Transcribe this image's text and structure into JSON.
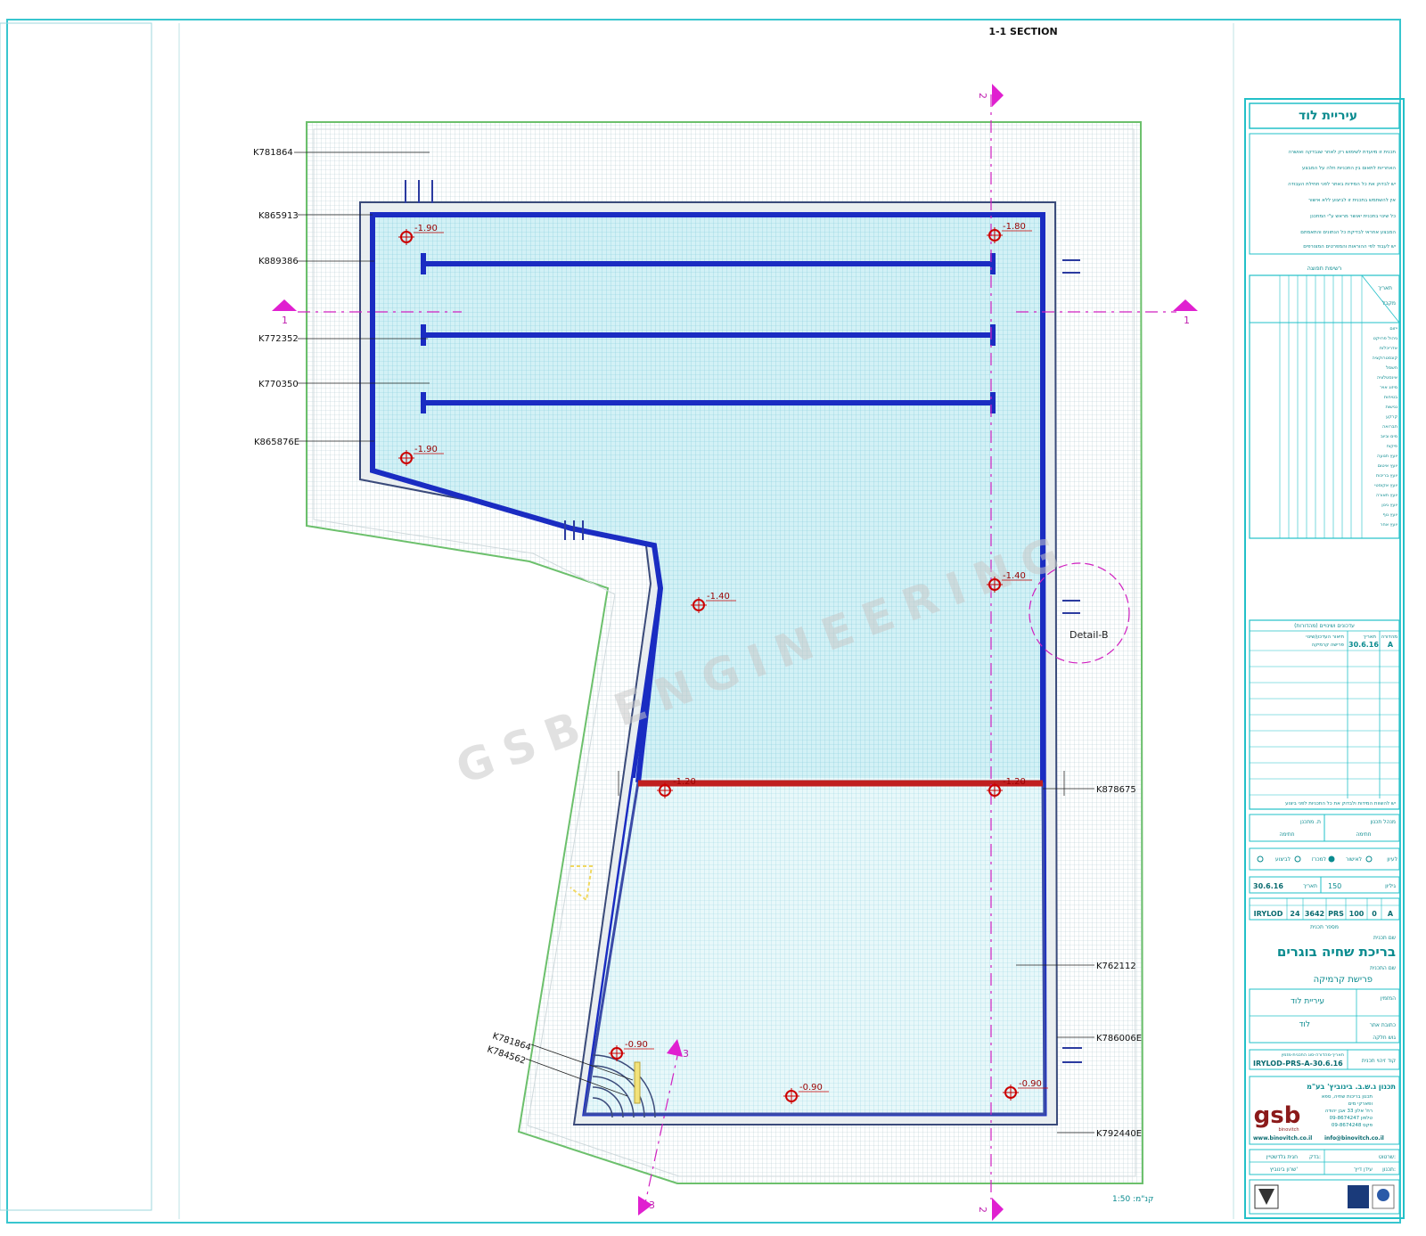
{
  "drawing": {
    "section_title": "1-1 SECTION",
    "watermark": "GSB ENGINEERING",
    "detail_label": "Detail-B",
    "section_marks": {
      "s1": "1",
      "s2": "2",
      "s3": "3"
    },
    "scale_text": "1:50 :קנ\"מ"
  },
  "left_labels": [
    {
      "code": "K781864"
    },
    {
      "code": "K865913"
    },
    {
      "code": "K889386"
    },
    {
      "code": "K772352"
    },
    {
      "code": "K770350"
    },
    {
      "code": "K865876E"
    },
    {
      "code": "K781864"
    },
    {
      "code": "K784562"
    }
  ],
  "right_labels": [
    {
      "code": "K878675"
    },
    {
      "code": "K762112"
    },
    {
      "code": "K786006E"
    },
    {
      "code": "K792440E"
    }
  ],
  "levels": [
    "-1.90",
    "-1.80",
    "-1.90",
    "-1.40",
    "-1.40",
    "-1.20",
    "-1.20",
    "-0.90",
    "-0.90",
    "-0.90"
  ],
  "title_block": {
    "municipality": "עיריית לוד",
    "notes": [
      "תכנית זו מיועדת לשימוש רק לאחר שנבדקה ואושרה",
      "האחריות לתאום בין התכניות חלה על המבצע",
      "יש לבדוק את כל המידות באתר לפני תחילת העבודה",
      "אין להשתמש בתכנית זו לביצוע ללא אישור",
      "כל שינוי בתכנית יאושר מראש ע\"י המתכנן",
      "המבצע אחראי לבדיקת כל הנתונים והתאמתם",
      "יש לעבוד לפי ההוראות והמפרטים המצורפים"
    ],
    "roles_header": "רשימת תפוצה",
    "date_label": "תאריך",
    "recipient_label": "מקבל",
    "roles": [
      "ייזום",
      "ניהול פרויקט",
      "אדריכלות",
      "קונסטרוקציה",
      "חשמל",
      "אינסטלציה",
      "מיזוג אויר",
      "בטיחות",
      "נגישות",
      "קרקע",
      "תברואה",
      "מים וביוב",
      "פיקוח",
      "יועץ תנועה",
      "יועץ איטום",
      "יועץ בריכות",
      "יועץ אקוסטי",
      "יועץ תאורה",
      "יועץ גינון",
      "יועץ נוף",
      "יועץ אחר"
    ],
    "revisions_header": "עדכונים ושינויים (מהדורות)",
    "revision_cols": [
      "מהדורה",
      "תאריך",
      "תיאור העדכון/שינוי"
    ],
    "revision_row": {
      "rev": "A",
      "date": "30.6.16",
      "desc": "פרישה קרמיקה"
    },
    "warning": "יש להשוות המידות ולבדוק את כל התכניות לפני ביצוע",
    "sign_left": "מנהל תכנון",
    "sign_right": "ת. מתכנן",
    "sign_sub": "חתימה",
    "status": [
      "לעיון",
      "לאישור",
      "למכרז",
      "לביצוע"
    ],
    "status_date_label": "תאריך",
    "status_date": "30.6.16",
    "status_number_label": "גיליון",
    "status_number": "150",
    "code_cells": [
      "IRYLOD",
      "24",
      "3642",
      "PRS",
      "100",
      "0",
      "A"
    ],
    "code_caption": "מספר תכנית",
    "sheet_name_label": "שם תכנית",
    "project_name": "בריכת שחיה בוגרים",
    "plan_name_label": "שם התכנית",
    "plan_name": "פרישת קרמיקה",
    "client_label": "המזמין",
    "client": "עיריית לוד",
    "address_label": "כתובת אתר",
    "address": "לוד",
    "parcel_label": "גוש חלקה",
    "file_label": "קוד זיהוי תכנית",
    "file_code": "IRYLOD-PRS-A-30.6.16",
    "file_caption": "תאריך-מהדורה-סוג התכנית-מזמין",
    "firm_name": "תכנון ג.ש.ב. בינוביץ' בע\"מ",
    "firm_line1": "תכנון בריכות שחיה, ספא",
    "firm_line2": "ופארקי מים",
    "firm_line3": "רח' אלון 33 אבן יהודה",
    "firm_phone": "טלפון 09-8674247",
    "firm_fax": "פקס 09-8674248",
    "firm_web": "www.binovitch.co.il",
    "firm_email": "info@binovitch.co.il",
    "logo_text": "gsb",
    "logo_sub": "binovitch",
    "drawn_label": "שרטוט:",
    "drawn_by": "עידן דייך",
    "checked_label": "בדק:",
    "checked_by": "חגית גלדשטיין",
    "designer_label": "תכנון:",
    "designer": "שרון בינוביץ'"
  }
}
